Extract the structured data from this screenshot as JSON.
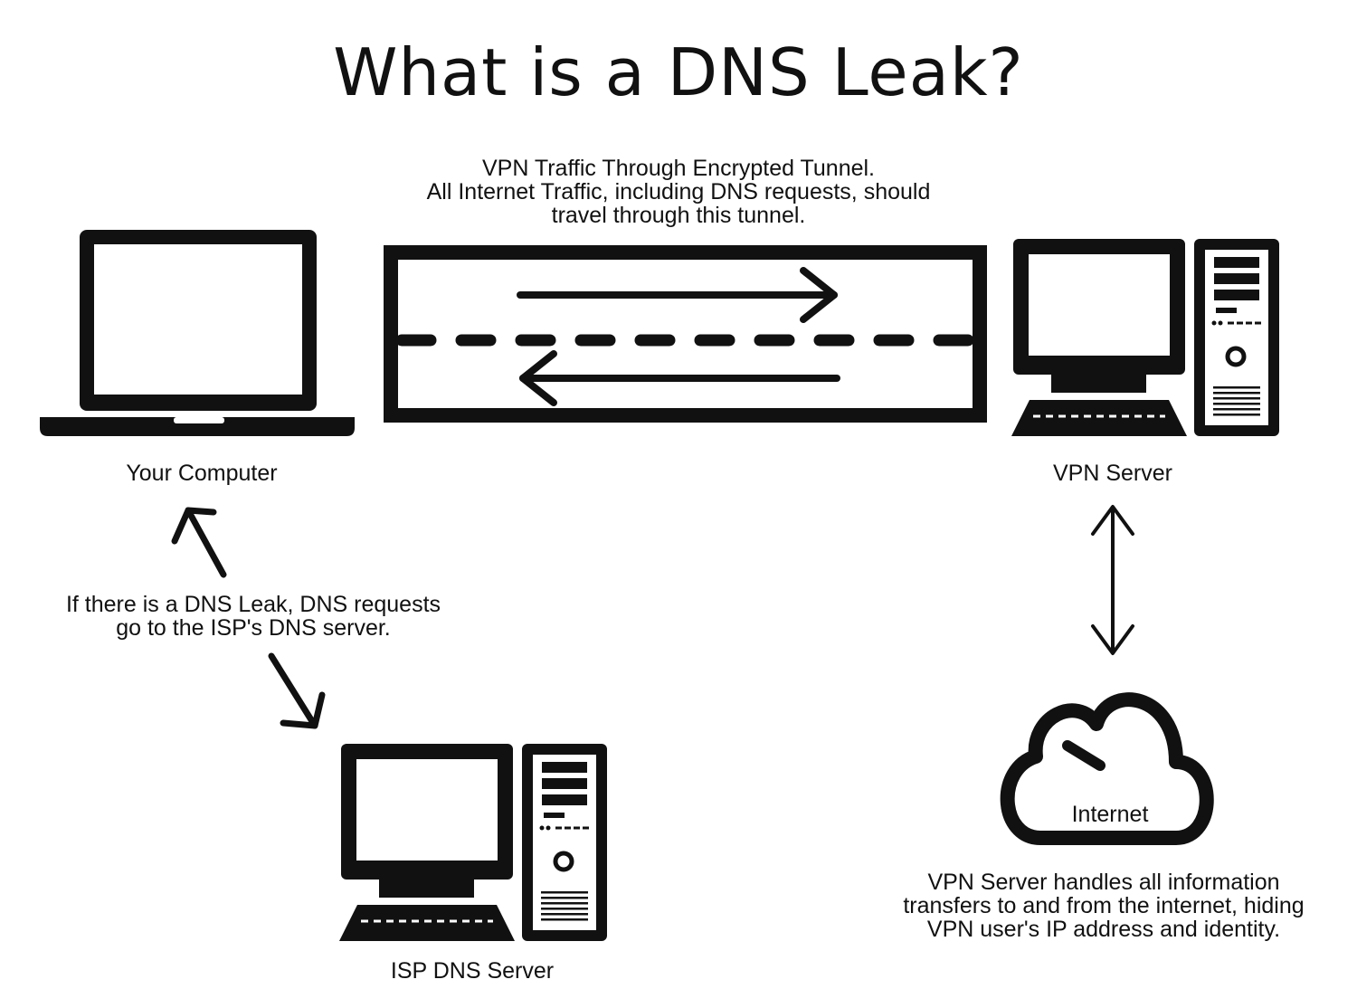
{
  "title": "What is a DNS Leak?",
  "tunnel_caption": [
    "VPN Traffic Through Encrypted Tunnel.",
    "All Internet Traffic, including DNS requests, should",
    "travel through this tunnel."
  ],
  "nodes": {
    "your_computer": "Your Computer",
    "vpn_server": "VPN Server",
    "isp_dns_server": "ISP DNS Server",
    "internet": "Internet"
  },
  "leak_caption": [
    "If there is a DNS Leak, DNS requests",
    "go to the ISP's DNS server."
  ],
  "internet_caption": [
    "VPN Server handles all information",
    "transfers to and from the internet, hiding",
    "VPN user's IP address and identity."
  ],
  "colors": {
    "ink": "#111111",
    "background": "#ffffff"
  }
}
